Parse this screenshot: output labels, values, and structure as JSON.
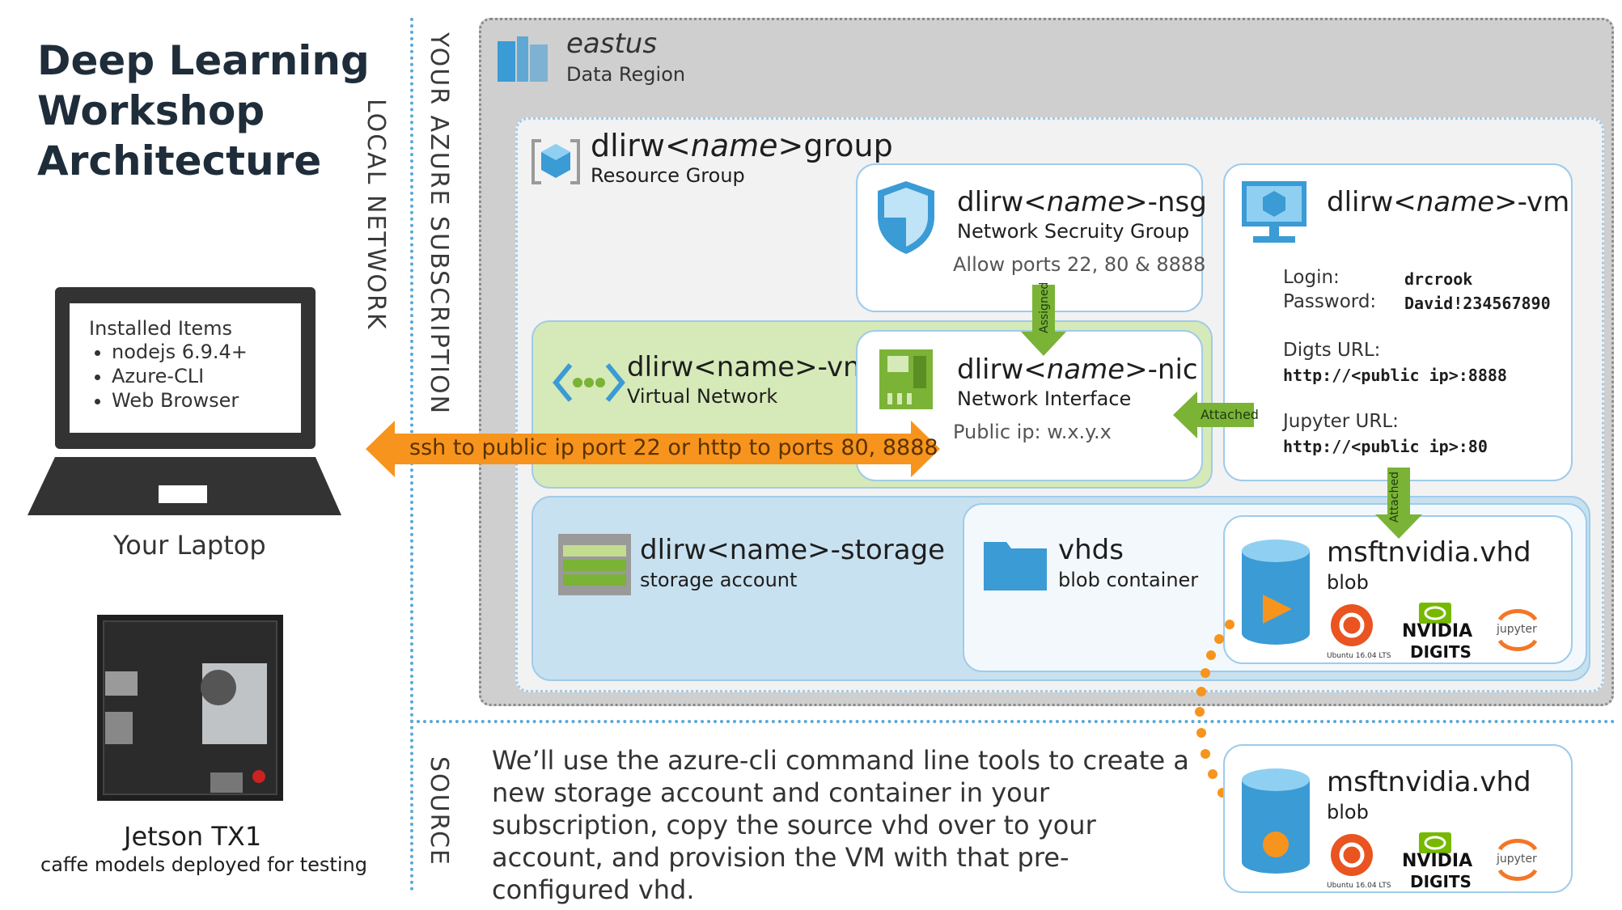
{
  "title": [
    "Deep Learning",
    "Workshop",
    "Architecture"
  ],
  "labels": {
    "local_network": "LOCAL NETWORK",
    "azure_subscription": "YOUR AZURE SUBSCRIPTION",
    "source": "SOURCE"
  },
  "laptop": {
    "items_title": "Installed Items",
    "items": [
      "nodejs 6.9.4+",
      "Azure-CLI",
      "Web Browser"
    ],
    "caption": "Your Laptop"
  },
  "jetson": {
    "title": "Jetson TX1",
    "subtitle": "caffe models deployed for testing"
  },
  "region": {
    "name": "eastus",
    "type": "Data Region"
  },
  "resource_group": {
    "prefix": "dlirw<",
    "name": "name",
    "suffix": ">group",
    "type": "Resource Group"
  },
  "nsg": {
    "prefix": "dlirw<",
    "name": "name",
    "suffix": ">-nsg",
    "type": "Network Secruity Group",
    "detail": "Allow ports 22, 80 & 8888"
  },
  "vm": {
    "prefix": "dlirw<",
    "name": "name",
    "suffix": ">-vm",
    "login_label": "Login:",
    "login": "drcrook",
    "password_label": "Password:",
    "password": "David!234567890",
    "digits_label": "Digts URL:",
    "digits_url": "http://<public ip>:8888",
    "jupyter_label": "Jupyter URL:",
    "jupyter_url": "http://<public ip>:80"
  },
  "vnet": {
    "title": "dlirw<name>-vnet",
    "type": "Virtual Network"
  },
  "nic": {
    "prefix": "dlirw<",
    "name": "name",
    "suffix": ">-nic",
    "type": "Network Interface",
    "detail": "Public ip: w.x.y.x"
  },
  "tags": {
    "assigned": "Assigned",
    "attached_nic": "Attached",
    "attached_blob": "Attached"
  },
  "arrow_text": "ssh to public ip port 22 or http to ports 80, 8888",
  "storage": {
    "title": "dlirw<name>-storage",
    "type": "storage account"
  },
  "container": {
    "title": "vhds",
    "type": "blob container"
  },
  "blob": {
    "title": "msftnvidia.vhd",
    "type": "blob",
    "ubuntu": "Ubuntu 16.04 LTS",
    "nvidia": "NVIDIA",
    "digits": "DIGITS",
    "jupyter": "jupyter"
  },
  "source_blob": {
    "title": "msftnvidia.vhd",
    "type": "blob",
    "ubuntu": "Ubuntu 16.04 LTS",
    "nvidia": "NVIDIA",
    "digits": "DIGITS",
    "jupyter": "jupyter"
  },
  "description": "We’ll use the azure-cli command line tools to create a new storage account and container in your subscription, copy the source vhd over to your account, and provision the VM with that pre-configured vhd.",
  "colors": {
    "blue": "#3a9bd5",
    "green": "#7ab336",
    "orange": "#f7941d",
    "gray_region": "#cfcfcf"
  }
}
